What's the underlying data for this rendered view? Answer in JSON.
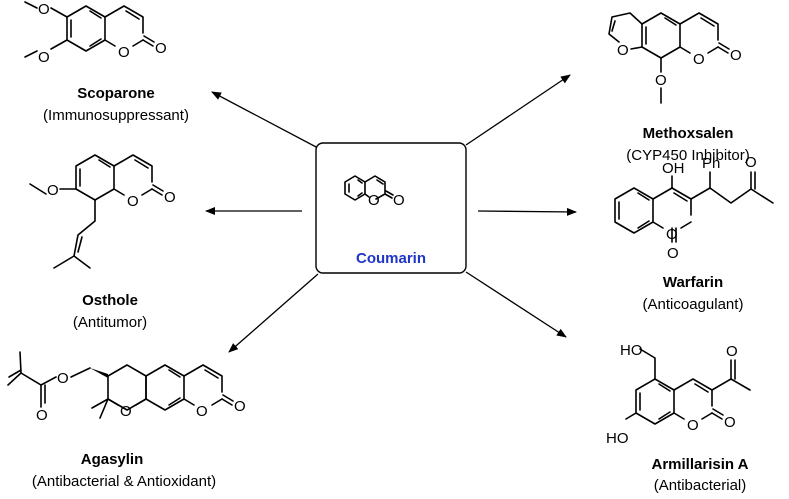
{
  "center": {
    "name": "Coumarin",
    "name_color": "#1f35c8"
  },
  "compounds": [
    {
      "id": "scoparone",
      "name": "Scoparone",
      "activity": "(Immunosuppressant)"
    },
    {
      "id": "methoxsalen",
      "name": "Methoxsalen",
      "activity": "(CYP450 Inhibitor)"
    },
    {
      "id": "osthole",
      "name": "Osthole",
      "activity": "(Antitumor)"
    },
    {
      "id": "warfarin",
      "name": "Warfarin",
      "activity": "(Anticoagulant)"
    },
    {
      "id": "agasylin",
      "name": "Agasylin",
      "activity": "(Antibacterial & Antioxidant)"
    },
    {
      "id": "armillarisin",
      "name": "Armillarisin A",
      "activity": "(Antibacterial)"
    }
  ],
  "atoms": {
    "O": "O",
    "OH": "OH",
    "HO": "HO",
    "Ph": "Ph"
  }
}
